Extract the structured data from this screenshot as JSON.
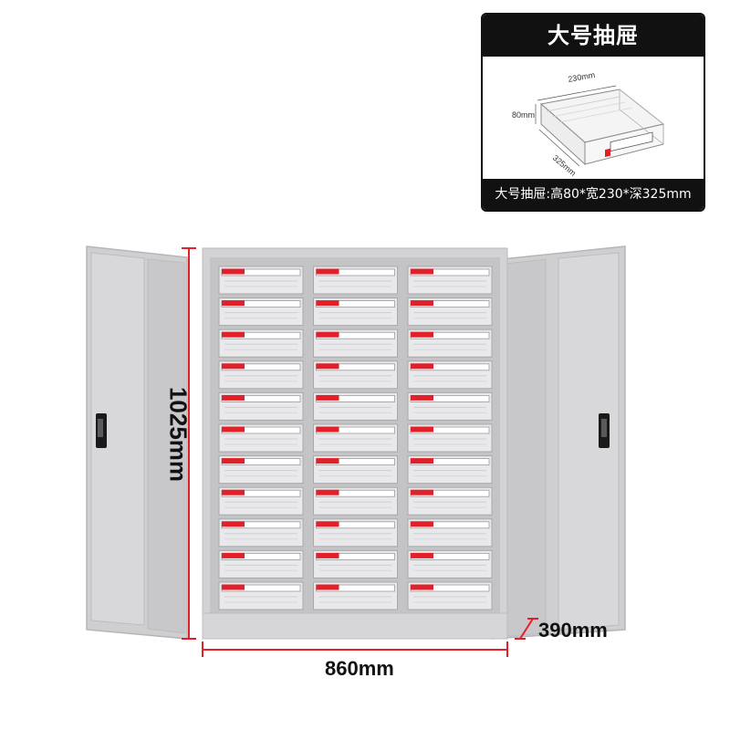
{
  "info_card": {
    "title": "大号抽屉",
    "drawer_dims": {
      "width": "230mm",
      "height": "80mm",
      "depth": "325mm"
    },
    "caption": "大号抽屉:高80*宽230*深325mm"
  },
  "cabinet": {
    "columns": 3,
    "rows": 11,
    "dimensions": {
      "height": "1025mm",
      "width": "860mm",
      "depth": "390mm"
    }
  },
  "colors": {
    "cabinet_gray": "#d3d3d5",
    "door_gray": "#cfcfd1",
    "drawer_tag_red": "#e2202a",
    "dimension_line_red": "#e1202a",
    "card_black": "#111111"
  }
}
